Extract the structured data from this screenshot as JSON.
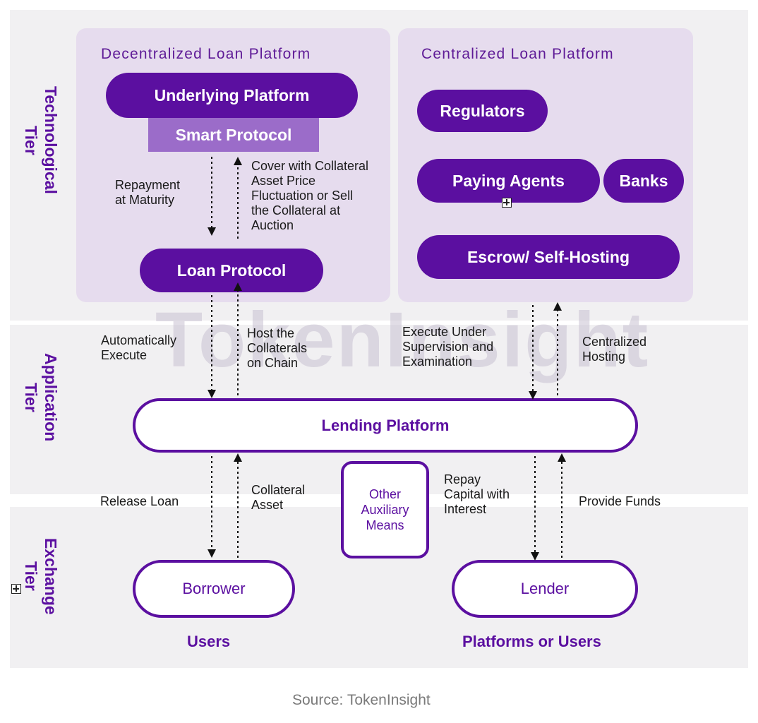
{
  "watermark": "TokenInsight",
  "tiers": {
    "technological": "Technological\nTier",
    "application": "Application\nTier",
    "exchange": "Exchange\nTier"
  },
  "decentralized": {
    "title": "Decentralized Loan Platform",
    "underlying": "Underlying Platform",
    "smart": "Smart Protocol",
    "loan_protocol": "Loan Protocol",
    "repayment": "Repayment\nat Maturity",
    "cover": "Cover with Collateral\nAsset Price\nFluctuation or Sell\nthe Collateral at\nAuction"
  },
  "centralized": {
    "title": "Centralized Loan Platform",
    "regulators": "Regulators",
    "paying_agents": "Paying Agents",
    "banks": "Banks",
    "escrow": "Escrow/ Self-Hosting"
  },
  "application": {
    "auto_execute": "Automatically\nExecute",
    "host": "Host the\nCollaterals\non Chain",
    "execute_under": "Execute Under\nSupervision and\nExamination",
    "centralized_hosting": "Centralized\nHosting",
    "lending_platform": "Lending Platform"
  },
  "exchange": {
    "release_loan": "Release Loan",
    "collateral_asset": "Collateral\nAsset",
    "other_means": "Other\nAuxiliary\nMeans",
    "repay": "Repay\nCapital with\nInterest",
    "provide_funds": "Provide Funds",
    "borrower": "Borrower",
    "lender": "Lender",
    "users": "Users",
    "platforms_users": "Platforms or Users"
  },
  "source": "Source: TokenInsight",
  "colors": {
    "purple": "#5b0fa0",
    "light_purple": "#9b6cc9",
    "panel": "#e6dcee",
    "band": "#f1f0f2"
  }
}
